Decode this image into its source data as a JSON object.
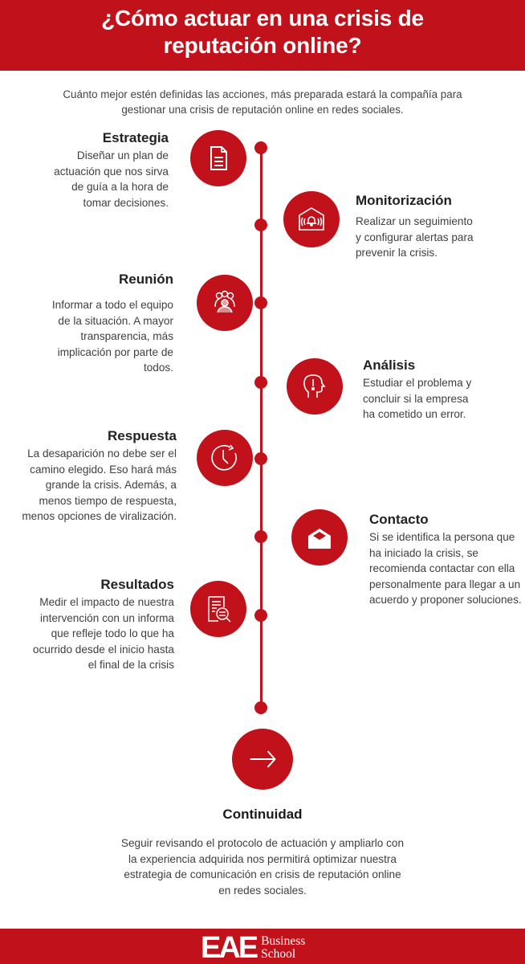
{
  "header": {
    "title_line1": "¿Cómo actuar en una crisis de",
    "title_line2": "reputación online?"
  },
  "intro": "Cuánto mejor estén definidas las acciones, más preparada estará la compañía para gestionar una crisis de reputación online en redes sociales.",
  "colors": {
    "accent": "#c1121b",
    "text": "#3f3f3f",
    "title": "#222222"
  },
  "steps": [
    {
      "title": "Estrategia",
      "icon": "document-icon",
      "side": "left",
      "desc": "Diseñar un plan de actuación que nos sirva de guía a la hora de tomar decisiones."
    },
    {
      "title": "Monitorización",
      "icon": "alarm-house-icon",
      "side": "right",
      "desc": "Realizar un seguimiento y configurar alertas para prevenir la crisis."
    },
    {
      "title": "Reunión",
      "icon": "team-icon",
      "side": "left",
      "desc": "Informar a todo el equipo de la situación. A mayor transparencia, más implicación por parte de todos."
    },
    {
      "title": "Análisis",
      "icon": "head-exclamation-icon",
      "side": "right",
      "desc": "Estudiar el problema y concluir si la empresa ha cometido un error."
    },
    {
      "title": "Respuesta",
      "icon": "clock-refresh-icon",
      "side": "left",
      "desc": "La desaparición no debe ser el camino elegido. Eso hará más grande la crisis. Además, a menos tiempo de respuesta, menos opciones de viralización."
    },
    {
      "title": "Contacto",
      "icon": "open-envelope-icon",
      "side": "right",
      "desc": "Si se identifica la persona que ha iniciado la crisis, se recomienda contactar con ella personalmente para llegar a un acuerdo y proponer soluciones."
    },
    {
      "title": "Resultados",
      "icon": "report-search-icon",
      "side": "left",
      "desc": "Medir el impacto de nuestra intervención con un informa que refleje todo lo que ha ocurrido desde el inicio hasta el final de la crisis"
    }
  ],
  "final": {
    "icon": "arrow-right-icon",
    "title": "Continuidad",
    "desc": "Seguir revisando el protocolo de actuación y ampliarlo con la experiencia adquirida nos permitirá optimizar nuestra estrategia de comunicación en crisis de reputación online en redes sociales."
  },
  "footer": {
    "logo_main": "EAE",
    "logo_line1": "Business",
    "logo_line2": "School"
  }
}
